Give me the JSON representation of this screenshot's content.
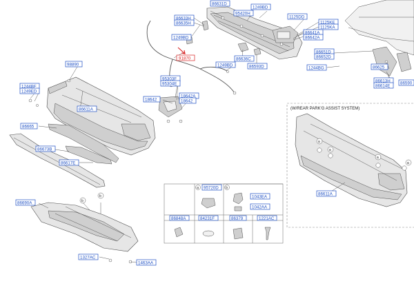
{
  "colors": {
    "label": "#1d4fc4",
    "highlight": "#d81e1e",
    "part_fill": "#e6e6e6",
    "outline": "#4a4a4a"
  },
  "labels": {
    "l86631d": "86631D",
    "l86633h": "86633H",
    "l86635h": "86635H",
    "l95420h": "95420H",
    "l1249bd_a": "1249BD",
    "l1125dd": "1125DD",
    "l1125ke": "1125KE",
    "l1125ka": "1125KA",
    "l1249bd_b": "1249BD",
    "l86641a": "86641A",
    "l86642a": "86642A",
    "l91870": "91870",
    "l1249bd_c": "1249BD",
    "l86636c": "86636C",
    "l86593d": "86593D",
    "l86651d": "86651D",
    "l86652d": "86652D",
    "l1244bg": "1244BG",
    "l86625": "86625",
    "l86613h": "86613H",
    "l86614e": "86614E",
    "l86590": "86590",
    "l98890": "98890",
    "l1244bf": "1244BF",
    "l1249ed": "1249ED",
    "l95303f": "95303F",
    "l95304e": "95304E",
    "l18642_a": "18642",
    "l18642a": "18642A",
    "l18642_b": "18642",
    "l86611a": "86611A",
    "l86665": "86665",
    "l86673b": "86673B",
    "l86617e": "86617E",
    "l86690a": "86690A",
    "l1327ac": "1327AC",
    "l1463aa": "1463AA",
    "l86611a_b": "86611A"
  },
  "variant_note": "(W/REAR PARK'G ASSIST SYSTEM)",
  "table": {
    "top": [
      {
        "circle": "a",
        "code": "95720D"
      },
      {
        "circle": "b",
        "code": "1043EA"
      },
      {
        "circle": "",
        "code": "1042AA"
      }
    ],
    "bottom": [
      "86848A",
      "84231F",
      "86379",
      "1221AC"
    ]
  },
  "circles": {
    "a": "a",
    "b": "b"
  }
}
